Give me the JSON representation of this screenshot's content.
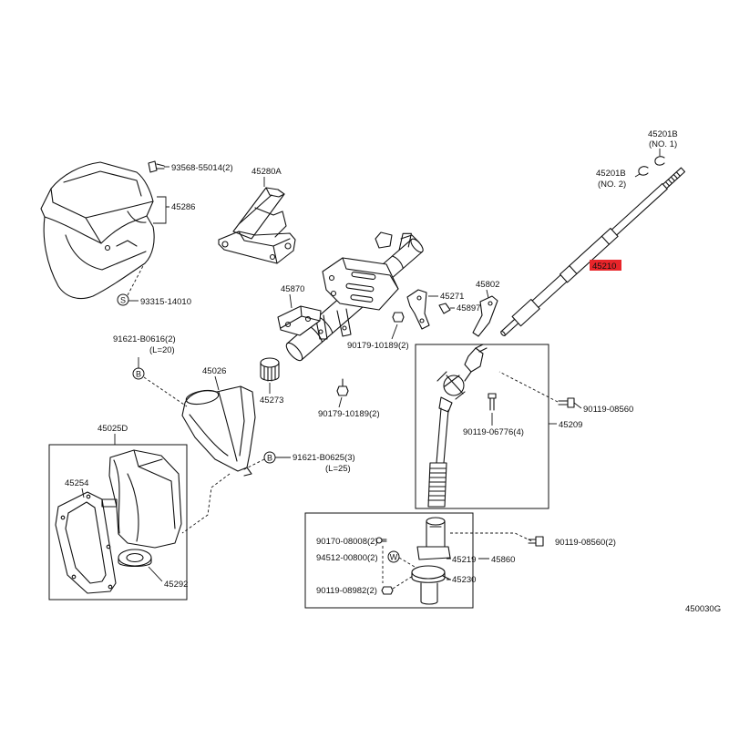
{
  "highlight_color": "#e8252a",
  "diagram_code": "450030G",
  "labels": {
    "p93568": "93568-55014(2)",
    "p45280A": "45280A",
    "p45286": "45286",
    "sym_s": "S",
    "p93315": "93315-14010",
    "p45870": "45870",
    "p45271": "45271",
    "p45802": "45802",
    "p45897": "45897",
    "p90179_a": "90179-10189(2)",
    "p91621_b0616": "91621-B0616(2)",
    "len_20": "(L=20)",
    "sym_b1": "B",
    "p45026": "45026",
    "p45273": "45273",
    "p90179_b": "90179-10189(2)",
    "p90119_08560": "90119-08560",
    "p45209": "45209",
    "p90119_06776": "90119-06776(4)",
    "p45025D": "45025D",
    "sym_b2": "B",
    "p91621_b0625": "91621-B0625(3)",
    "len_25": "(L=25)",
    "p45254": "45254",
    "p45292": "45292",
    "p90170": "90170-08008(2)",
    "p94512": "94512-00800(2)",
    "sym_w": "W",
    "p90119_08982": "90119-08982(2)",
    "p45219": "45219",
    "p45860": "45860",
    "p45230": "45230",
    "p90119_08560_2": "90119-08560(2)",
    "p45201B_1": "45201B",
    "no1": "(NO. 1)",
    "p45201B_2": "45201B",
    "no2": "(NO. 2)",
    "p45210": "45210"
  }
}
